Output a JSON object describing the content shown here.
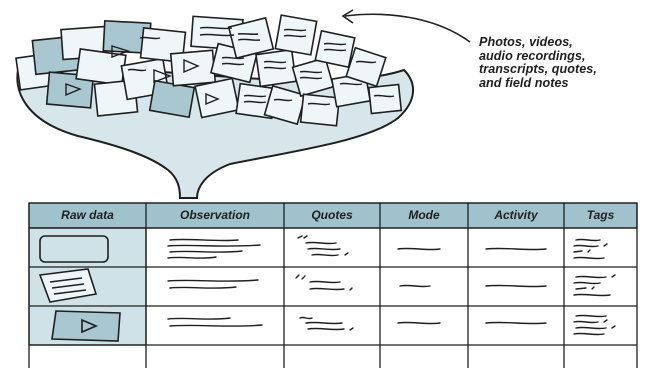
{
  "annotation": {
    "lines": [
      "Photos, videos,",
      "audio recordings,",
      "transcripts, quotes,",
      "and field notes"
    ]
  },
  "table": {
    "headers": [
      "Raw data",
      "Observation",
      "Quotes",
      "Mode",
      "Activity",
      "Tags"
    ],
    "rows": [
      {
        "raw_data_icon": "photo-card-icon"
      },
      {
        "raw_data_icon": "note-page-icon"
      },
      {
        "raw_data_icon": "video-card-icon"
      },
      {
        "raw_data_icon": ""
      }
    ]
  },
  "colors": {
    "header_fill": "#9fc2cd",
    "raw_column_fill": "#cfe2e8",
    "funnel_fill": "#d7e6eb",
    "card_fill": "#eef6f8",
    "card_fill_dark": "#a9c7d1",
    "ink": "#1f1f1f"
  }
}
